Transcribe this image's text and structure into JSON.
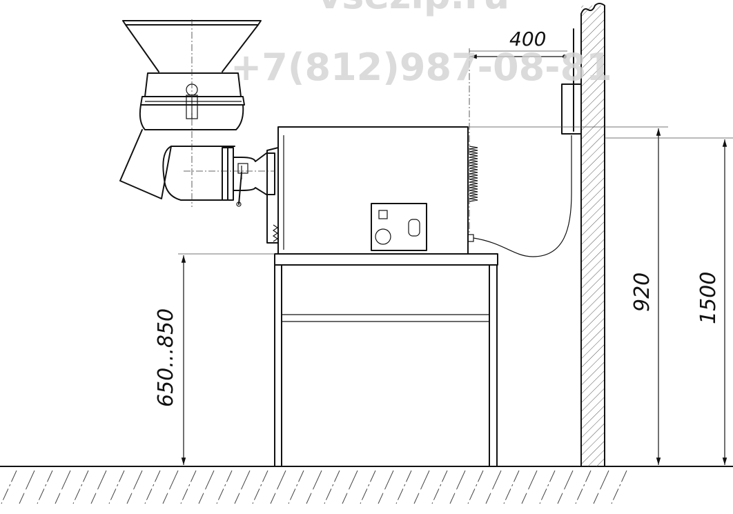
{
  "watermark": {
    "site": "vsezip.ru",
    "phone": "+7(812)987-08-81"
  },
  "dimensions": {
    "wall_distance": "400",
    "table_height": "650...850",
    "machine_top_height": "920",
    "socket_height": "1500"
  }
}
